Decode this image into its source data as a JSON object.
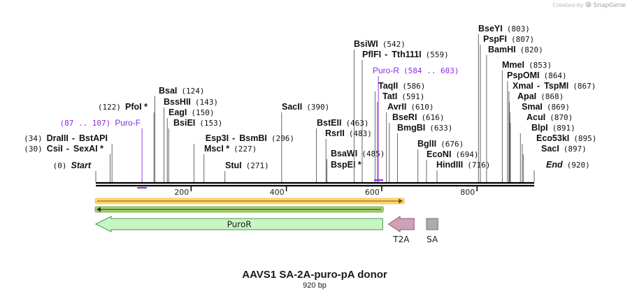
{
  "credit": {
    "prefix": "Created by",
    "brand": "SnapGene",
    "logo_icon": "snapgene-logo-icon"
  },
  "map": {
    "title": "AAVS1 SA-2A-puro-pA donor",
    "subtitle": "920 bp",
    "length": 920,
    "ticks": [
      {
        "pos": 200,
        "label": "200"
      },
      {
        "pos": 400,
        "label": "400"
      },
      {
        "pos": 600,
        "label": "600"
      },
      {
        "pos": 800,
        "label": "800"
      }
    ],
    "labels": [
      {
        "id": "start",
        "pos": 0,
        "side": "left",
        "parts": [
          {
            "t": "(0)",
            "k": "num"
          },
          {
            "t": "Start",
            "k": "italic"
          }
        ]
      },
      {
        "id": "csii",
        "pos": 30,
        "side": "left",
        "parts": [
          {
            "t": "(30)",
            "k": "num"
          },
          {
            "t": "CsiI",
            "k": "name"
          },
          {
            "t": "-",
            "k": "sep"
          },
          {
            "t": "SexAI *",
            "k": "name"
          }
        ]
      },
      {
        "id": "draiii",
        "pos": 34,
        "side": "left",
        "parts": [
          {
            "t": "(34)",
            "k": "num"
          },
          {
            "t": "DraIII",
            "k": "name"
          },
          {
            "t": "-",
            "k": "sep"
          },
          {
            "t": "BstAPI",
            "k": "name"
          }
        ]
      },
      {
        "id": "purof",
        "pos": 97,
        "side": "left",
        "primer": true,
        "parts": [
          {
            "t": "(87 .. 107)",
            "k": "num"
          },
          {
            "t": "Puro-F",
            "k": "primer"
          }
        ]
      },
      {
        "id": "pfoi",
        "pos": 122,
        "side": "left",
        "parts": [
          {
            "t": "(122)",
            "k": "num"
          },
          {
            "t": "PfoI *",
            "k": "name"
          }
        ]
      },
      {
        "id": "bsai",
        "pos": 124,
        "side": "right",
        "parts": [
          {
            "t": "BsaI",
            "k": "name"
          },
          {
            "t": "(124)",
            "k": "num"
          }
        ]
      },
      {
        "id": "bsshii",
        "pos": 143,
        "side": "right",
        "parts": [
          {
            "t": "BssHII",
            "k": "name"
          },
          {
            "t": "(143)",
            "k": "num"
          }
        ]
      },
      {
        "id": "eagi",
        "pos": 150,
        "side": "right",
        "parts": [
          {
            "t": "EagI",
            "k": "name"
          },
          {
            "t": "(150)",
            "k": "num"
          }
        ]
      },
      {
        "id": "bsiei",
        "pos": 153,
        "side": "right",
        "parts": [
          {
            "t": "BsiEI",
            "k": "name"
          },
          {
            "t": "(153)",
            "k": "num"
          }
        ]
      },
      {
        "id": "esp3i",
        "pos": 206,
        "side": "left",
        "parts": [
          {
            "t": "Esp3I",
            "k": "name"
          },
          {
            "t": "-",
            "k": "sep"
          },
          {
            "t": "BsmBI",
            "k": "name"
          },
          {
            "t": "(206)",
            "k": "num"
          }
        ]
      },
      {
        "id": "msci",
        "pos": 227,
        "side": "right",
        "parts": [
          {
            "t": "MscI *",
            "k": "name"
          },
          {
            "t": "(227)",
            "k": "num"
          }
        ]
      },
      {
        "id": "stui",
        "pos": 271,
        "side": "right",
        "parts": [
          {
            "t": "StuI",
            "k": "name"
          },
          {
            "t": "(271)",
            "k": "num"
          }
        ]
      },
      {
        "id": "sacii",
        "pos": 390,
        "side": "right",
        "parts": [
          {
            "t": "SacII",
            "k": "name"
          },
          {
            "t": "(390)",
            "k": "num"
          }
        ]
      },
      {
        "id": "bsteii",
        "pos": 463,
        "side": "right",
        "parts": [
          {
            "t": "BstEII",
            "k": "name"
          },
          {
            "t": "(463)",
            "k": "num"
          }
        ]
      },
      {
        "id": "rsrii",
        "pos": 483,
        "side": "right",
        "parts": [
          {
            "t": "RsrII",
            "k": "name"
          },
          {
            "t": "(483)",
            "k": "num"
          }
        ]
      },
      {
        "id": "bsawi",
        "pos": 485,
        "side": "right",
        "parts": [
          {
            "t": "BsaWI",
            "k": "name"
          },
          {
            "t": "(485)",
            "k": "num"
          }
        ]
      },
      {
        "id": "bspei",
        "pos": 485,
        "side": "right",
        "parts": [
          {
            "t": "BspEI *",
            "k": "name"
          }
        ]
      },
      {
        "id": "bsiwi",
        "pos": 542,
        "side": "right",
        "parts": [
          {
            "t": "BsiWI",
            "k": "name"
          },
          {
            "t": "(542)",
            "k": "num"
          }
        ]
      },
      {
        "id": "pflfi",
        "pos": 559,
        "side": "right",
        "parts": [
          {
            "t": "PflFI",
            "k": "name"
          },
          {
            "t": "-",
            "k": "sep"
          },
          {
            "t": "Tth111I",
            "k": "name"
          },
          {
            "t": "(559)",
            "k": "num"
          }
        ]
      },
      {
        "id": "puror",
        "pos": 593,
        "side": "right",
        "primer": true,
        "parts": [
          {
            "t": "Puro-R",
            "k": "primer"
          },
          {
            "t": "(584 .. 603)",
            "k": "num"
          }
        ]
      },
      {
        "id": "taqii",
        "pos": 586,
        "side": "right",
        "parts": [
          {
            "t": "TaqII",
            "k": "name"
          },
          {
            "t": "(586)",
            "k": "num"
          }
        ]
      },
      {
        "id": "tati",
        "pos": 591,
        "side": "right",
        "parts": [
          {
            "t": "TatI",
            "k": "name"
          },
          {
            "t": "(591)",
            "k": "num"
          }
        ]
      },
      {
        "id": "avrii",
        "pos": 610,
        "side": "right",
        "parts": [
          {
            "t": "AvrII",
            "k": "name"
          },
          {
            "t": "(610)",
            "k": "num"
          }
        ]
      },
      {
        "id": "bseri",
        "pos": 616,
        "side": "right",
        "parts": [
          {
            "t": "BseRI",
            "k": "name"
          },
          {
            "t": "(616)",
            "k": "num"
          }
        ]
      },
      {
        "id": "bmgbi",
        "pos": 633,
        "side": "right",
        "parts": [
          {
            "t": "BmgBI",
            "k": "name"
          },
          {
            "t": "(633)",
            "k": "num"
          }
        ]
      },
      {
        "id": "bglii",
        "pos": 676,
        "side": "right",
        "parts": [
          {
            "t": "BglII",
            "k": "name"
          },
          {
            "t": "(676)",
            "k": "num"
          }
        ]
      },
      {
        "id": "econi",
        "pos": 694,
        "side": "right",
        "parts": [
          {
            "t": "EcoNI",
            "k": "name"
          },
          {
            "t": "(694)",
            "k": "num"
          }
        ]
      },
      {
        "id": "hindiii",
        "pos": 716,
        "side": "right",
        "parts": [
          {
            "t": "HindIII",
            "k": "name"
          },
          {
            "t": "(716)",
            "k": "num"
          }
        ]
      },
      {
        "id": "bseyi",
        "pos": 803,
        "side": "right",
        "parts": [
          {
            "t": "BseYI",
            "k": "name"
          },
          {
            "t": "(803)",
            "k": "num"
          }
        ]
      },
      {
        "id": "pspfi",
        "pos": 807,
        "side": "right",
        "parts": [
          {
            "t": "PspFI",
            "k": "name"
          },
          {
            "t": "(807)",
            "k": "num"
          }
        ]
      },
      {
        "id": "bamhi",
        "pos": 820,
        "side": "right",
        "parts": [
          {
            "t": "BamHI",
            "k": "name"
          },
          {
            "t": "(820)",
            "k": "num"
          }
        ]
      },
      {
        "id": "mmei",
        "pos": 853,
        "side": "right",
        "parts": [
          {
            "t": "MmeI",
            "k": "name"
          },
          {
            "t": "(853)",
            "k": "num"
          }
        ]
      },
      {
        "id": "pspomi",
        "pos": 864,
        "side": "right",
        "parts": [
          {
            "t": "PspOMI",
            "k": "name"
          },
          {
            "t": "(864)",
            "k": "num"
          }
        ]
      },
      {
        "id": "xmai",
        "pos": 867,
        "side": "right",
        "parts": [
          {
            "t": "XmaI",
            "k": "name"
          },
          {
            "t": "-",
            "k": "sep"
          },
          {
            "t": "TspMI",
            "k": "name"
          },
          {
            "t": "(867)",
            "k": "num"
          }
        ]
      },
      {
        "id": "apai",
        "pos": 868,
        "side": "right",
        "parts": [
          {
            "t": "ApaI",
            "k": "name"
          },
          {
            "t": "(868)",
            "k": "num"
          }
        ]
      },
      {
        "id": "smai",
        "pos": 869,
        "side": "right",
        "parts": [
          {
            "t": "SmaI",
            "k": "name"
          },
          {
            "t": "(869)",
            "k": "num"
          }
        ]
      },
      {
        "id": "acui",
        "pos": 870,
        "side": "right",
        "parts": [
          {
            "t": "AcuI",
            "k": "name"
          },
          {
            "t": "(870)",
            "k": "num"
          }
        ]
      },
      {
        "id": "blpi",
        "pos": 891,
        "side": "right",
        "parts": [
          {
            "t": "BlpI",
            "k": "name"
          },
          {
            "t": "(891)",
            "k": "num"
          }
        ]
      },
      {
        "id": "eco53ki",
        "pos": 895,
        "side": "right",
        "parts": [
          {
            "t": "Eco53kI",
            "k": "name"
          },
          {
            "t": "(895)",
            "k": "num"
          }
        ]
      },
      {
        "id": "saci",
        "pos": 897,
        "side": "right",
        "parts": [
          {
            "t": "SacI",
            "k": "name"
          },
          {
            "t": "(897)",
            "k": "num"
          }
        ]
      },
      {
        "id": "end",
        "pos": 920,
        "side": "right",
        "parts": [
          {
            "t": "End",
            "k": "italic"
          },
          {
            "t": "(920)",
            "k": "num"
          }
        ]
      }
    ],
    "primers": [
      {
        "name": "Puro-F",
        "start": 87,
        "end": 107,
        "color": "#8a2be2"
      },
      {
        "name": "Puro-R",
        "start": 584,
        "end": 603,
        "color": "#8a2be2"
      }
    ],
    "features": [
      {
        "name": "PuroR",
        "start": 0,
        "end": 602,
        "direction": "reverse",
        "fill": "#c9f5c4",
        "stroke": "#3e9a3e",
        "label_inside": true
      },
      {
        "name": "T2A",
        "start": 614,
        "end": 668,
        "direction": "reverse",
        "fill": "#d0a0b8",
        "stroke": "#8c5a72",
        "label_inside": false
      },
      {
        "name": "SA",
        "start": 694,
        "end": 718,
        "direction": "none",
        "fill": "#a8adb5",
        "stroke": "#6e737a",
        "label_inside": false
      }
    ],
    "orf_bars": [
      {
        "start": 0,
        "end": 646,
        "fill": "#ffd966",
        "outline": "#f0b87a",
        "arrow": "#7a4a00",
        "direction": "forward"
      },
      {
        "start": 0,
        "end": 602,
        "fill": "#a4d36b",
        "outline": "#5aa02c",
        "arrow": "#2b2b2b",
        "direction": "reverse"
      }
    ],
    "colors": {
      "text": "#111111",
      "line": "#000000",
      "primer": "#8a2be2"
    }
  }
}
